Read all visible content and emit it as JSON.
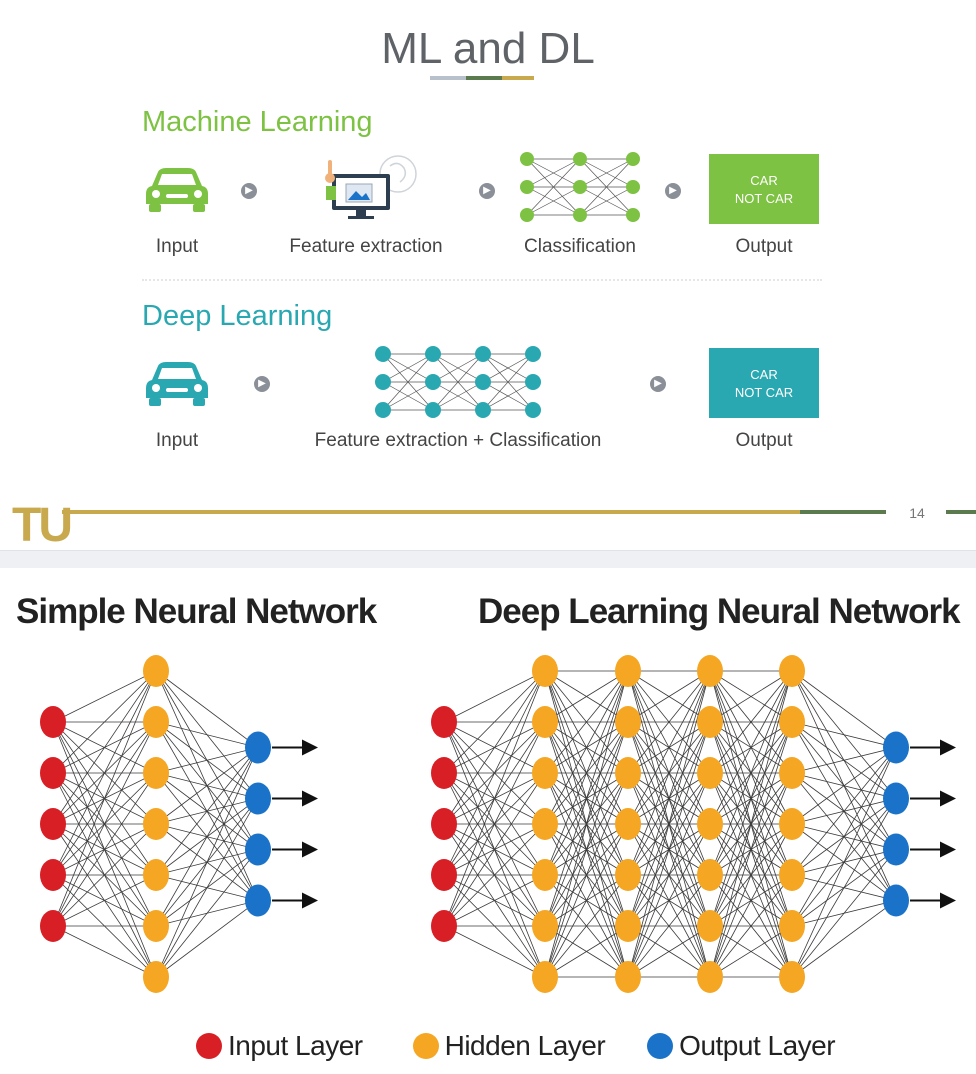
{
  "slide_top": {
    "title": "ML and DL",
    "title_underline_colors": [
      "#b8c0cc",
      "#5b7a4e",
      "#c9a94d"
    ],
    "machine_learning": {
      "heading": "Machine Learning",
      "color": "#7dc242",
      "steps": [
        "Input",
        "Feature extraction",
        "Classification",
        "Output"
      ],
      "output_lines": [
        "CAR",
        "NOT CAR"
      ]
    },
    "deep_learning": {
      "heading": "Deep Learning",
      "color": "#2aa8b2",
      "steps": [
        "Input",
        "Feature extraction + Classification",
        "Output"
      ],
      "output_lines": [
        "CAR",
        "NOT CAR"
      ]
    },
    "footer": {
      "logo_text": "TU",
      "page_number": "14"
    }
  },
  "slide_bottom": {
    "simple_title": "Simple Neural Network",
    "deep_title": "Deep Learning Neural Network",
    "simple_layers": [
      5,
      7,
      4
    ],
    "deep_layers": [
      5,
      7,
      7,
      7,
      7,
      4
    ],
    "legend": [
      {
        "label": "Input Layer",
        "color": "#d91f26"
      },
      {
        "label": "Hidden Layer",
        "color": "#f5a623"
      },
      {
        "label": "Output Layer",
        "color": "#1a73c9"
      }
    ]
  },
  "icons": [
    "car-icon",
    "feature-extraction-icon",
    "network-icon",
    "arrow-right-icon"
  ]
}
